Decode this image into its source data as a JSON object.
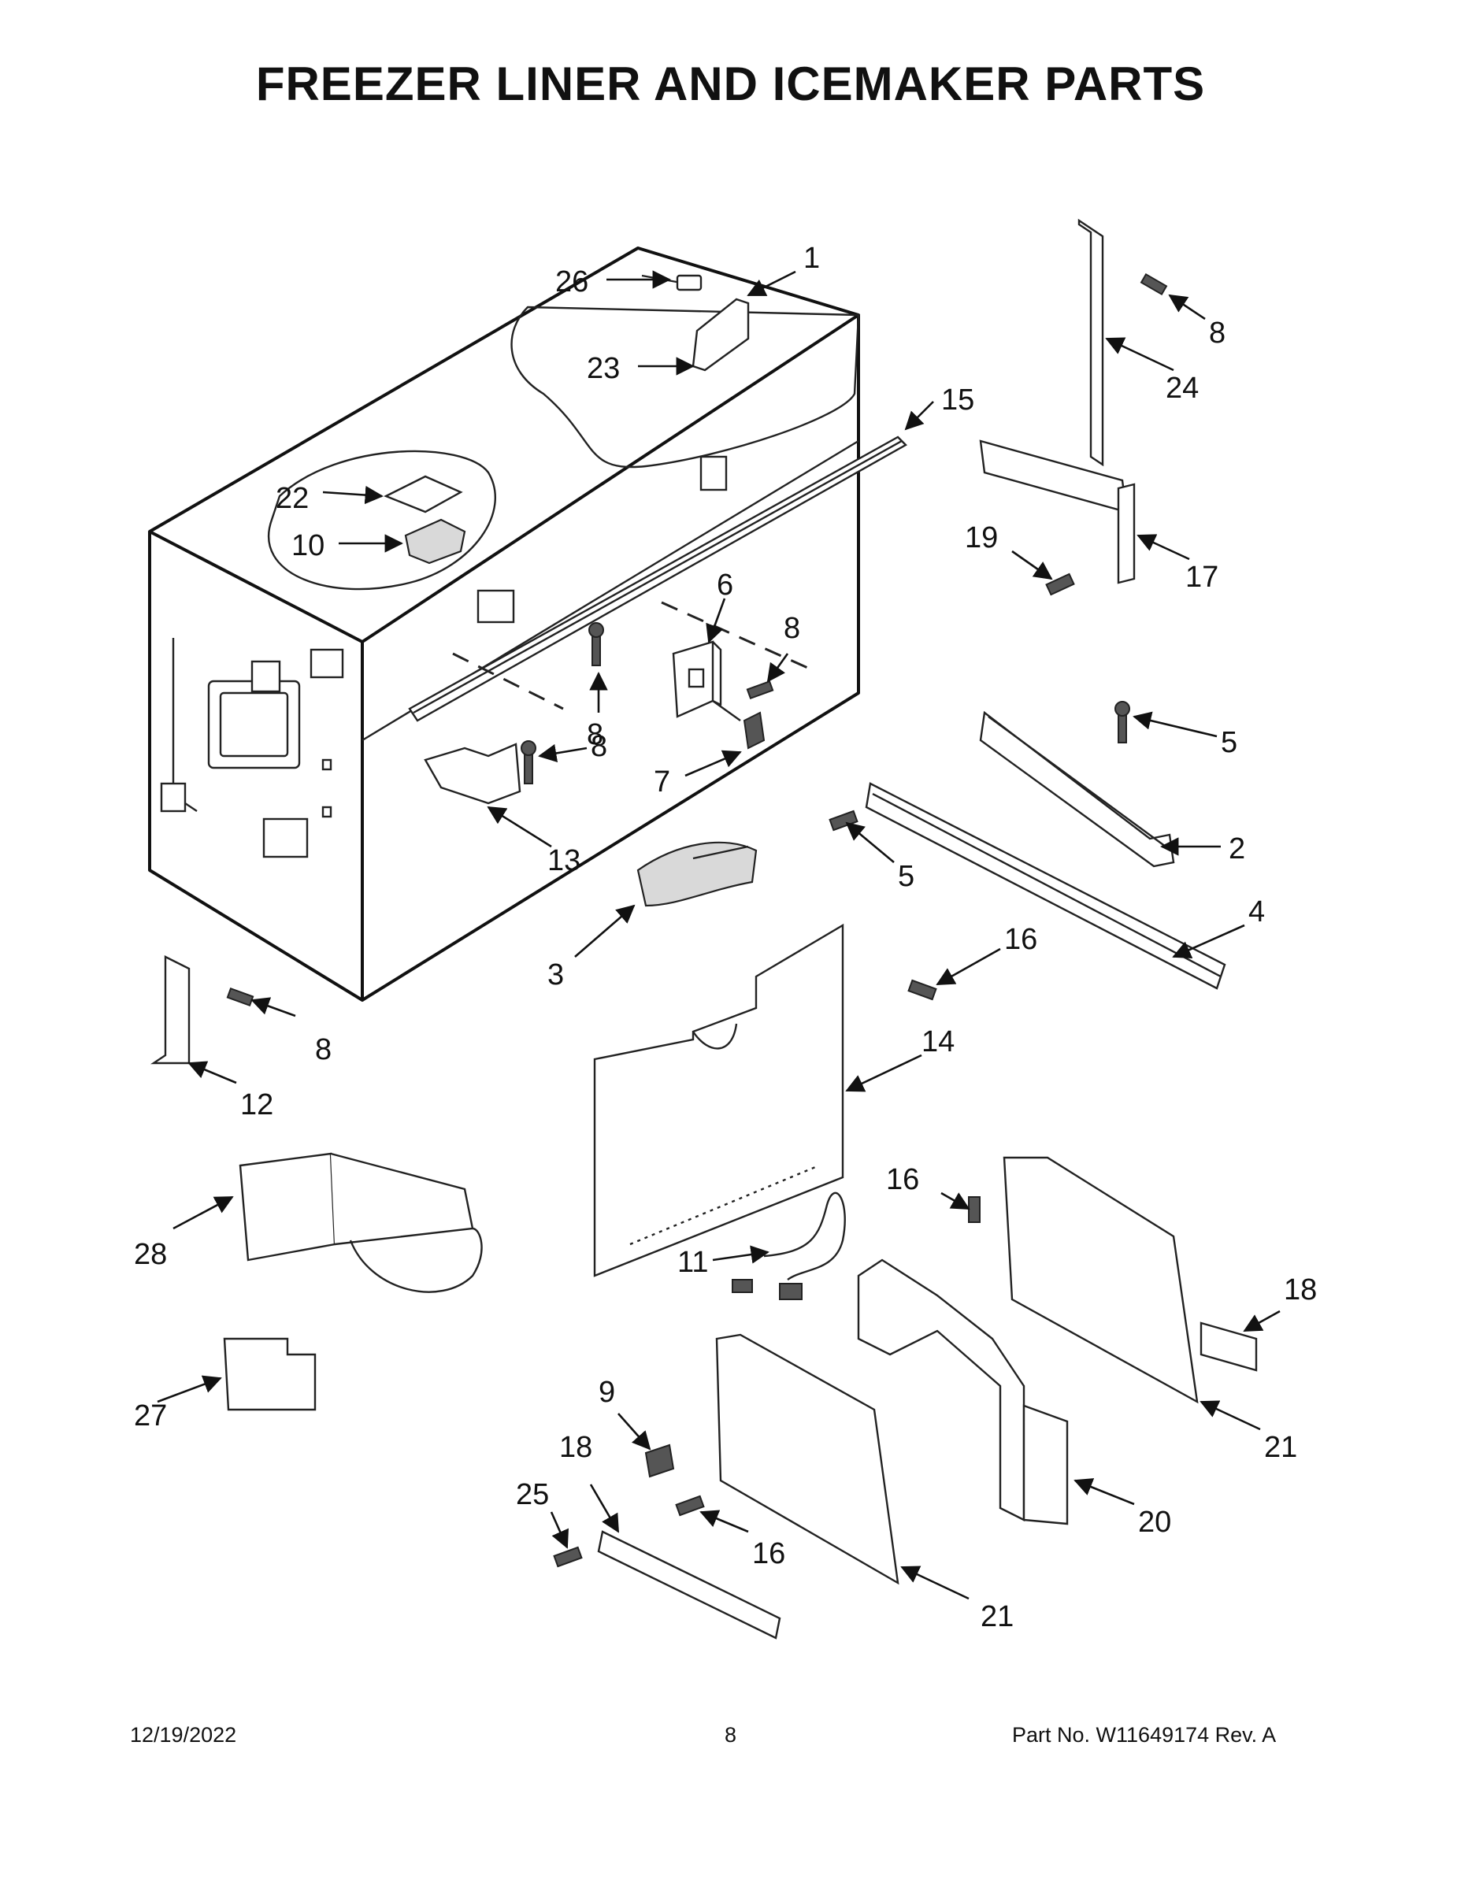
{
  "page": {
    "title": "FREEZER LINER AND ICEMAKER PARTS",
    "footer": {
      "date": "12/19/2022",
      "page_number": "8",
      "part_number": "Part No.  W11649174  Rev.  A"
    }
  },
  "callouts": {
    "c1": "1",
    "c2": "2",
    "c3": "3",
    "c4": "4",
    "c5a": "5",
    "c5b": "5",
    "c6": "6",
    "c7": "7",
    "c8a": "8",
    "c8b": "8",
    "c8c": "8",
    "c8d": "8",
    "c8e": "8",
    "c9": "9",
    "c10": "10",
    "c11": "11",
    "c12": "12",
    "c13": "13",
    "c14": "14",
    "c15": "15",
    "c16a": "16",
    "c16b": "16",
    "c16c": "16",
    "c17": "17",
    "c18a": "18",
    "c18b": "18",
    "c19": "19",
    "c20": "20",
    "c21a": "21",
    "c21b": "21",
    "c22": "22",
    "c23": "23",
    "c24": "24",
    "c25": "25",
    "c26": "26",
    "c27": "27",
    "c28": "28"
  }
}
